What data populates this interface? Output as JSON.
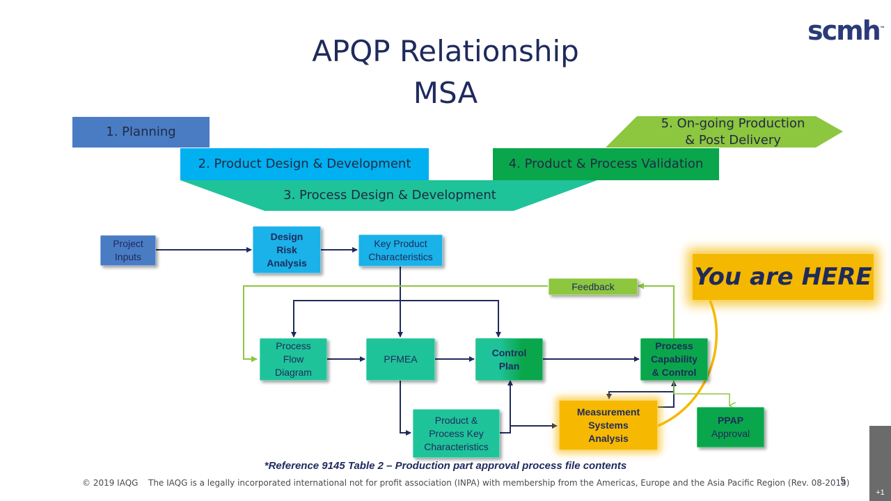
{
  "title": {
    "line1": "APQP Relationship",
    "line2": "MSA"
  },
  "logo": {
    "text": "scmh",
    "mark": "™"
  },
  "phases": {
    "p1": "1. Planning",
    "p2": "2. Product Design & Development",
    "p3": "3. Process Design & Development",
    "p4": "4. Product & Process Validation",
    "p5_line1": "5. On-going Production",
    "p5_line2": "& Post Delivery"
  },
  "nodes": {
    "project_inputs": [
      "Project",
      "Inputs"
    ],
    "design_risk": [
      "Design",
      "Risk",
      "Analysis"
    ],
    "key_product": [
      "Key Product",
      "Characteristics"
    ],
    "feedback": "Feedback",
    "process_flow": [
      "Process",
      "Flow",
      "Diagram"
    ],
    "pfmea": "PFMEA",
    "control_plan": [
      "Control",
      "Plan"
    ],
    "process_capability": [
      "Process",
      "Capability",
      "& Control"
    ],
    "product_process_key": [
      "Product &",
      "Process Key",
      "Characteristics"
    ],
    "msa": [
      "Measurement",
      "Systems",
      "Analysis"
    ],
    "ppap": [
      "PPAP",
      "Approval"
    ]
  },
  "callout": "You are HERE",
  "reference": "*Reference 9145 Table 2 – Production part approval process file contents",
  "footer": {
    "copyright": "© 2019 IAQG",
    "statement": "The IAQG is a legally incorporated international not for profit association (INPA) with membership from the Americas, Europe and the Asia Pacific Region (Rev. 08-2015)",
    "page": "5"
  },
  "side_tab": "+1",
  "colors": {
    "navy": "#1f2a5c",
    "planning": "#4a7cc4",
    "design": "#00b0f0",
    "process": "#1fc39a",
    "validation": "#0aa64b",
    "ongoing": "#8dc63f",
    "msa": "#f6b800",
    "callout": "#f5b800"
  }
}
